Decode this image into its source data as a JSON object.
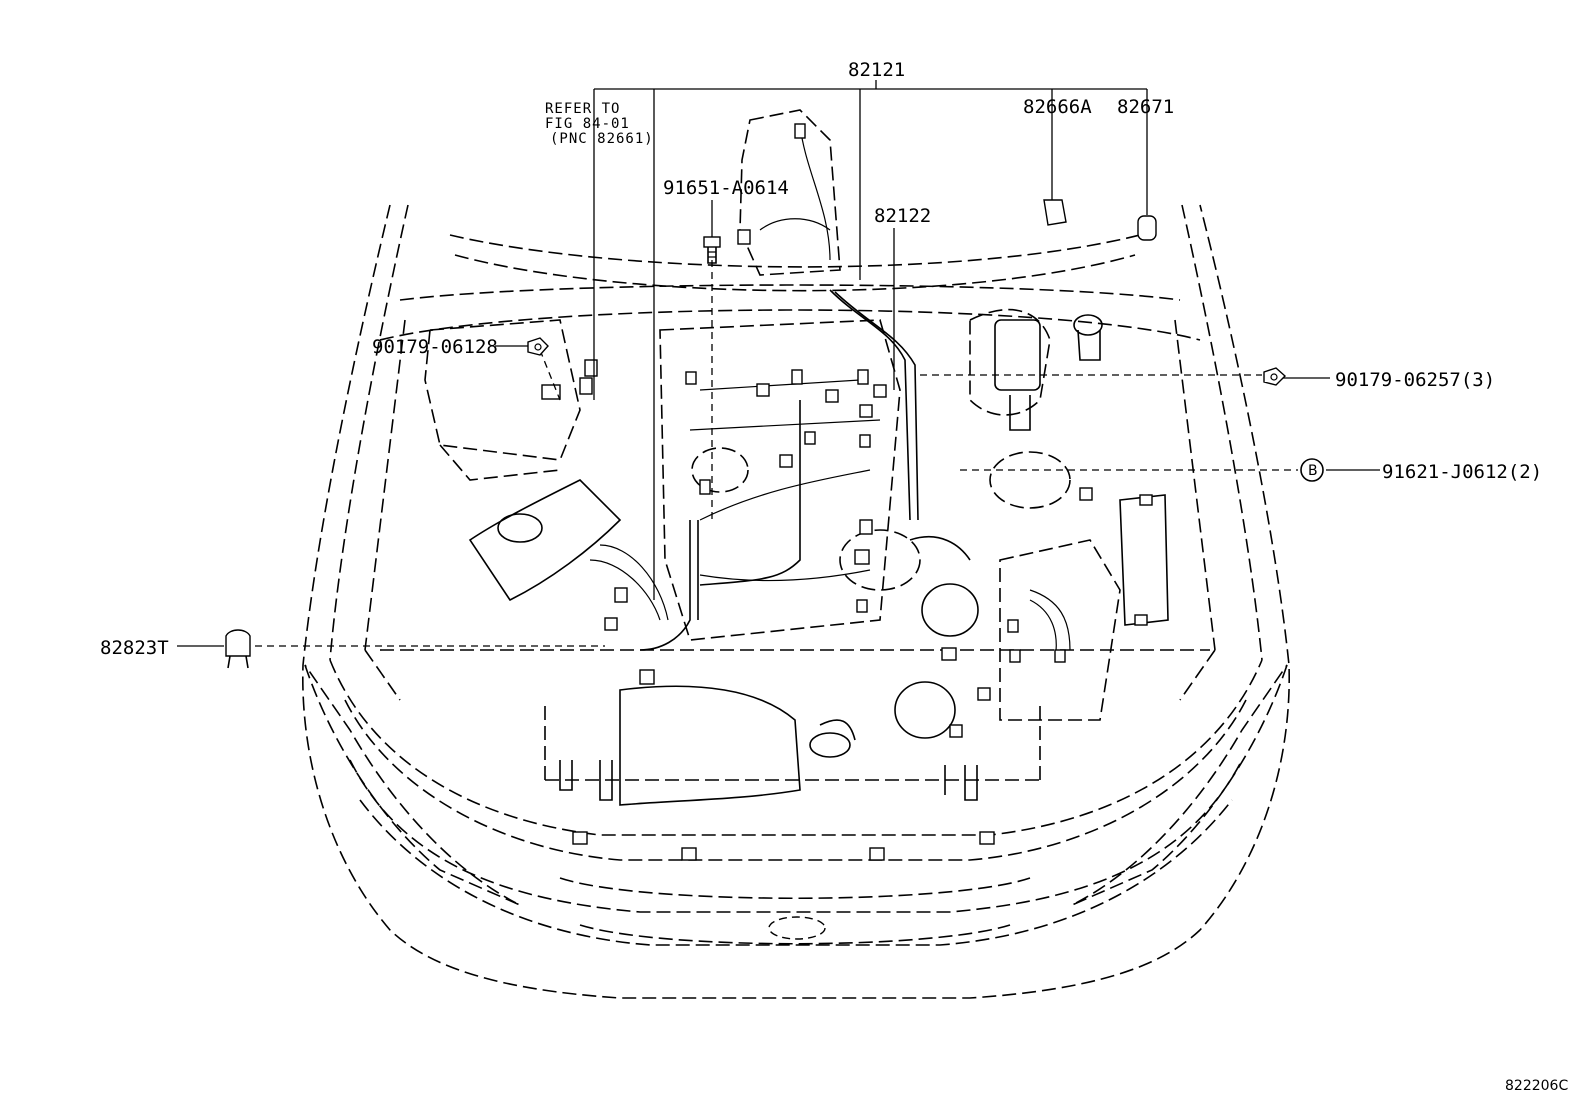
{
  "labels": {
    "p82121": "82121",
    "p82122": "82122",
    "p82666A": "82666A",
    "p82671": "82671",
    "p91651": "91651-A0614",
    "p90179_06128": "90179-06128",
    "p90179_06257": "90179-06257(3)",
    "p91621": "91621-J0612(2)",
    "p82823T": "82823T",
    "ref_line1": "REFER TO",
    "ref_line2": "FIG 84-01",
    "ref_line3": "(PNC 82661)",
    "badge_b": "B",
    "figure_code": "822206C"
  }
}
